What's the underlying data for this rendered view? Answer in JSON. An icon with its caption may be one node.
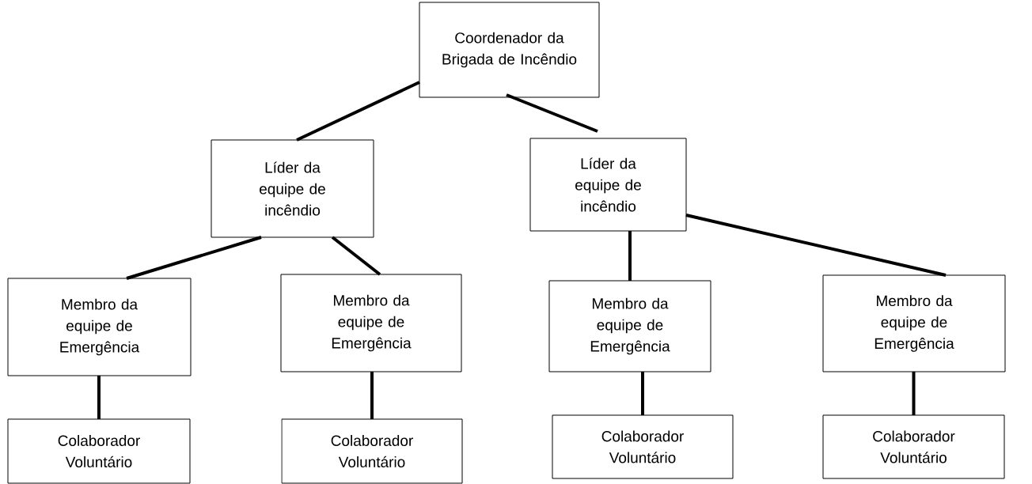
{
  "diagram": {
    "nodes": [
      {
        "text": [
          "Coordenador da Brigada de Incêndio"
        ]
      },
      {
        "text": [
          "Líder da equipe de incêndio"
        ]
      },
      {
        "text": [
          "Líder da equipe de incêndio"
        ]
      },
      {
        "text": [
          "Membro da equipe de Emergência"
        ]
      },
      {
        "text": [
          "Membro da equipe de Emergência"
        ]
      },
      {
        "text": [
          "Membro da equipe de Emergência"
        ]
      },
      {
        "text": [
          "Membro da equipe de Emergência"
        ]
      },
      {
        "text": [
          "Colaborador Voluntário"
        ]
      },
      {
        "text": [
          "Colaborador Voluntário"
        ]
      },
      {
        "text": [
          "Colaborador Voluntário"
        ]
      },
      {
        "text": [
          "Colaborador Voluntário"
        ]
      }
    ],
    "edges": [
      {
        "from": 0,
        "to": 1,
        "arrow": "none"
      },
      {
        "from": 0,
        "to": 2,
        "arrow": "none"
      },
      {
        "from": 1,
        "to": 3,
        "arrow": "none"
      },
      {
        "from": 1,
        "to": 4,
        "arrow": "none"
      },
      {
        "from": 2,
        "to": 5,
        "arrow": "none"
      },
      {
        "from": 2,
        "to": 6,
        "arrow": "none"
      },
      {
        "from": 3,
        "to": 7,
        "arrow": "none"
      },
      {
        "from": 4,
        "to": 8,
        "arrow": "none"
      },
      {
        "from": 5,
        "to": 9,
        "arrow": "none"
      },
      {
        "from": 6,
        "to": 10,
        "arrow": "none"
      }
    ]
  }
}
